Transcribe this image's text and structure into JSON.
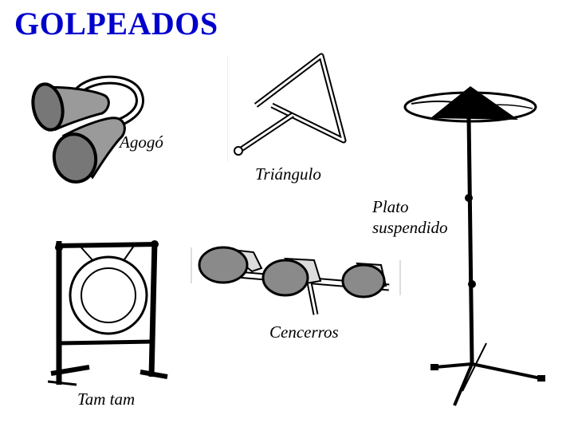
{
  "title": "GOLPEADOS",
  "instruments": {
    "agogo": {
      "label": "Agogó",
      "icon": "agogo-icon"
    },
    "triangulo": {
      "label": "Triángulo",
      "icon": "triangle-icon"
    },
    "plato": {
      "label_line1": "Plato",
      "label_line2": "suspendido",
      "icon": "suspended-cymbal-icon"
    },
    "cencerros": {
      "label": "Cencerros",
      "icon": "cowbells-icon"
    },
    "tamtam": {
      "label": "Tam tam",
      "icon": "tam-tam-gong-icon"
    }
  },
  "colors": {
    "title": "#0000cc",
    "grey_fill": "#9a9a9a",
    "line": "#000000"
  }
}
